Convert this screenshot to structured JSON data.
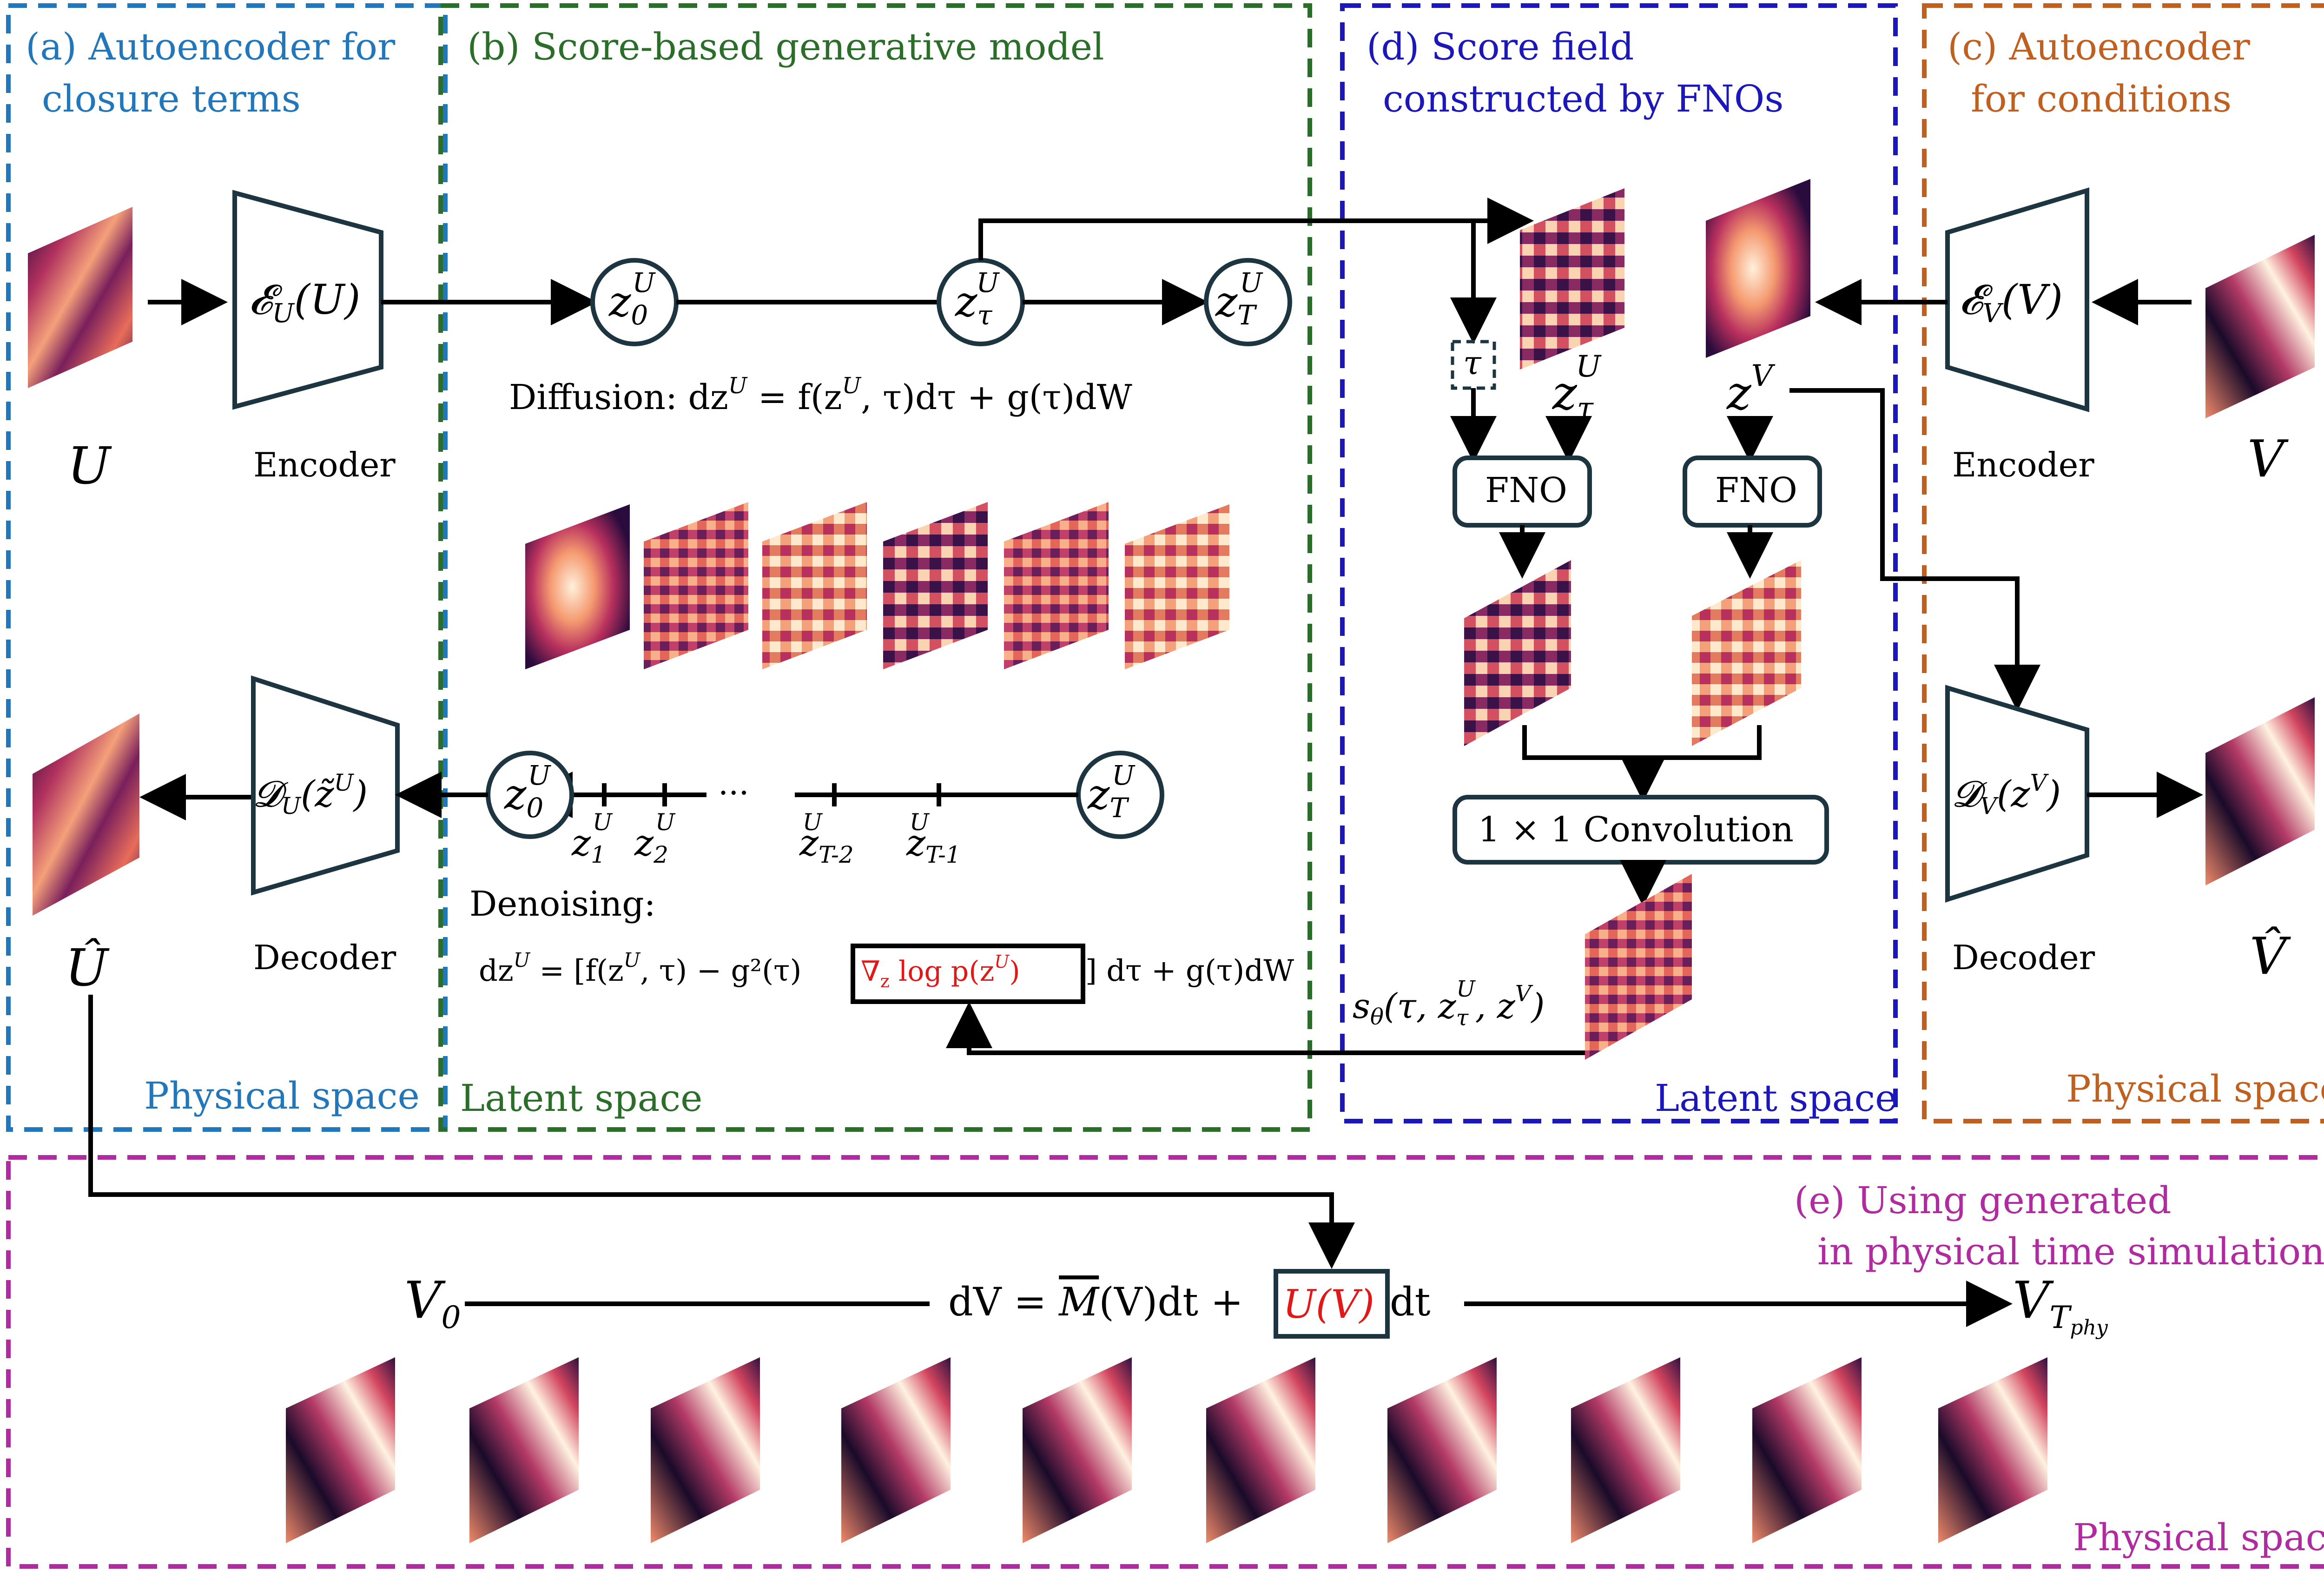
{
  "panels": {
    "a": {
      "title_line1": "(a) Autoencoder for",
      "title_line2": "closure terms",
      "space": "Physical space",
      "color": "#2277bb"
    },
    "b": {
      "title": "(b) Score-based generative model",
      "space": "Latent space",
      "color": "#2a6e2a"
    },
    "d": {
      "title_line1": "(d) Score field",
      "title_line2": "constructed by FNOs",
      "space": "Latent space",
      "color": "#1c17b8"
    },
    "c": {
      "title_line1": "(c) Autoencoder",
      "title_line2": "for conditions",
      "space": "Physical space",
      "color": "#c06020"
    },
    "e": {
      "title_line1": "(e) Using generated",
      "title_line2": "in physical time simulations",
      "space": "Physical space",
      "color": "#b02aa0"
    }
  },
  "labels": {
    "U": "U",
    "V": "V",
    "U_hat": "Û",
    "V_hat": "V̂",
    "encoder": "Encoder",
    "decoder": "Decoder",
    "enc_U": "𝓔",
    "enc_U_sub": "U",
    "enc_U_arg": "(U)",
    "enc_V": "𝓔",
    "enc_V_sub": "V",
    "enc_V_arg": "(V)",
    "dec_U": "𝓓",
    "dec_U_sub": "U",
    "dec_U_arg": "(z̃",
    "dec_U_sup": "U",
    "dec_U_close": ")",
    "dec_V": "𝓓",
    "dec_V_sub": "V",
    "dec_V_arg": "(z",
    "dec_V_sup": "V",
    "dec_V_close": ")",
    "z": "z",
    "sup_U": "U",
    "sup_V": "V",
    "sub_0": "0",
    "sub_tau": "τ",
    "sub_T": "T",
    "sub_1": "1",
    "sub_2": "2",
    "sub_T2": "T-2",
    "sub_T1": "T-1",
    "dots": "···",
    "tau": "τ",
    "diffusion": "Diffusion: dz",
    "diffusion_rest": " = f(z",
    "diffusion_rest2": ", τ)dτ + g(τ)dW",
    "denoising": "Denoising:",
    "denoise_eq_left": "dz",
    "denoise_eq_mid": " = [f(z",
    "denoise_eq_mid2": ", τ) − g²(τ)",
    "denoise_grad": "∇",
    "denoise_grad_sub": "z",
    "denoise_log": " log p(z",
    "denoise_log_close": ")",
    "denoise_eq_right": "] dτ + g(τ)dW",
    "fno": "FNO",
    "conv": "1 × 1 Convolution",
    "s_theta": "s",
    "s_theta_sub": "θ",
    "s_theta_arg": "(τ, z",
    "s_theta_arg2": ", z",
    "s_theta_close": ")",
    "V0": "V",
    "V0_sub": "0",
    "VT": "V",
    "VT_sub": "T",
    "VT_subsub": "phy",
    "sim_eq_left": "dV = ",
    "sim_M": "M",
    "sim_eq_mid": "(V)dt + ",
    "sim_UV": "U(V)",
    "sim_eq_right": " dt"
  },
  "colors": {
    "accent_red": "#e01818",
    "box_stroke": "#1d3540",
    "arrow": "#000000"
  }
}
